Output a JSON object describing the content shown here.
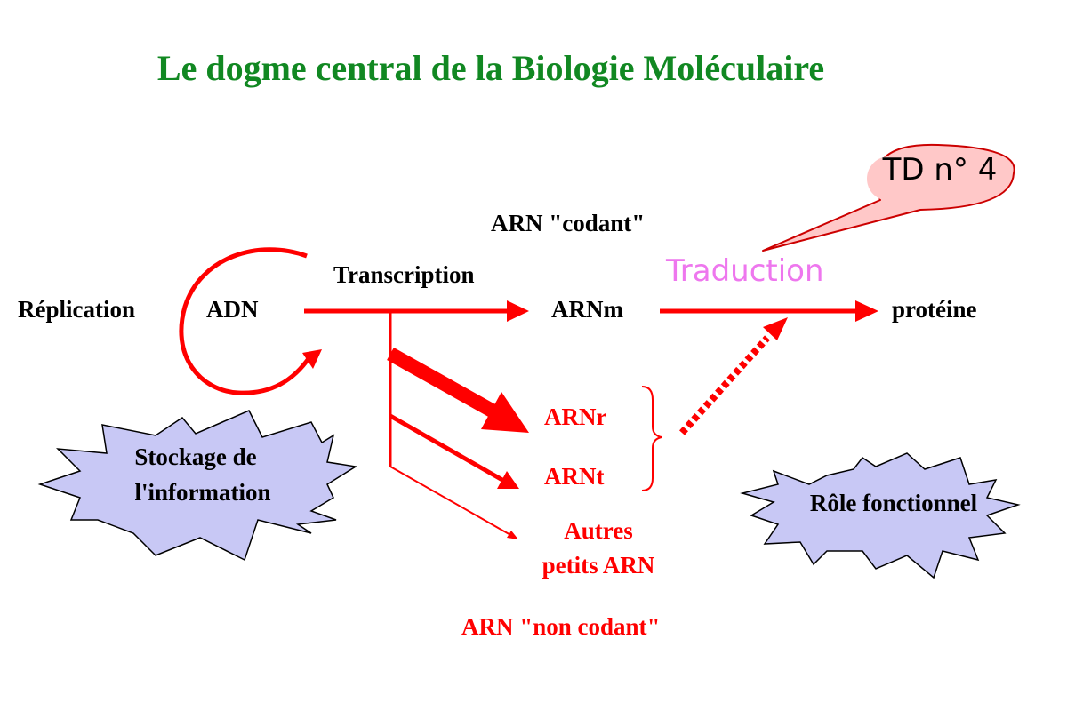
{
  "title": "Le dogme central de la Biologie Moléculaire",
  "labels": {
    "replication": "Réplication",
    "adn": "ADN",
    "transcription": "Transcription",
    "arn_codant": "ARN \"codant\"",
    "arnm": "ARNm",
    "traduction": "Traduction",
    "proteine": "protéine",
    "arnr": "ARNr",
    "arnt": "ARNt",
    "autres_line1": "Autres",
    "autres_line2": "petits ARN",
    "arn_non_codant": "ARN \"non codant\""
  },
  "callout": {
    "text": "TD n° 4"
  },
  "starbursts": {
    "stockage_line1": "Stockage de",
    "stockage_line2": "l'information",
    "role": "Rôle fonctionnel"
  },
  "colors": {
    "title": "#118822",
    "arrows": "#ff0000",
    "traduction": "#ee77ee",
    "callout_fill": "#ffc8c8",
    "starburst_fill": "#c8c8f5"
  }
}
